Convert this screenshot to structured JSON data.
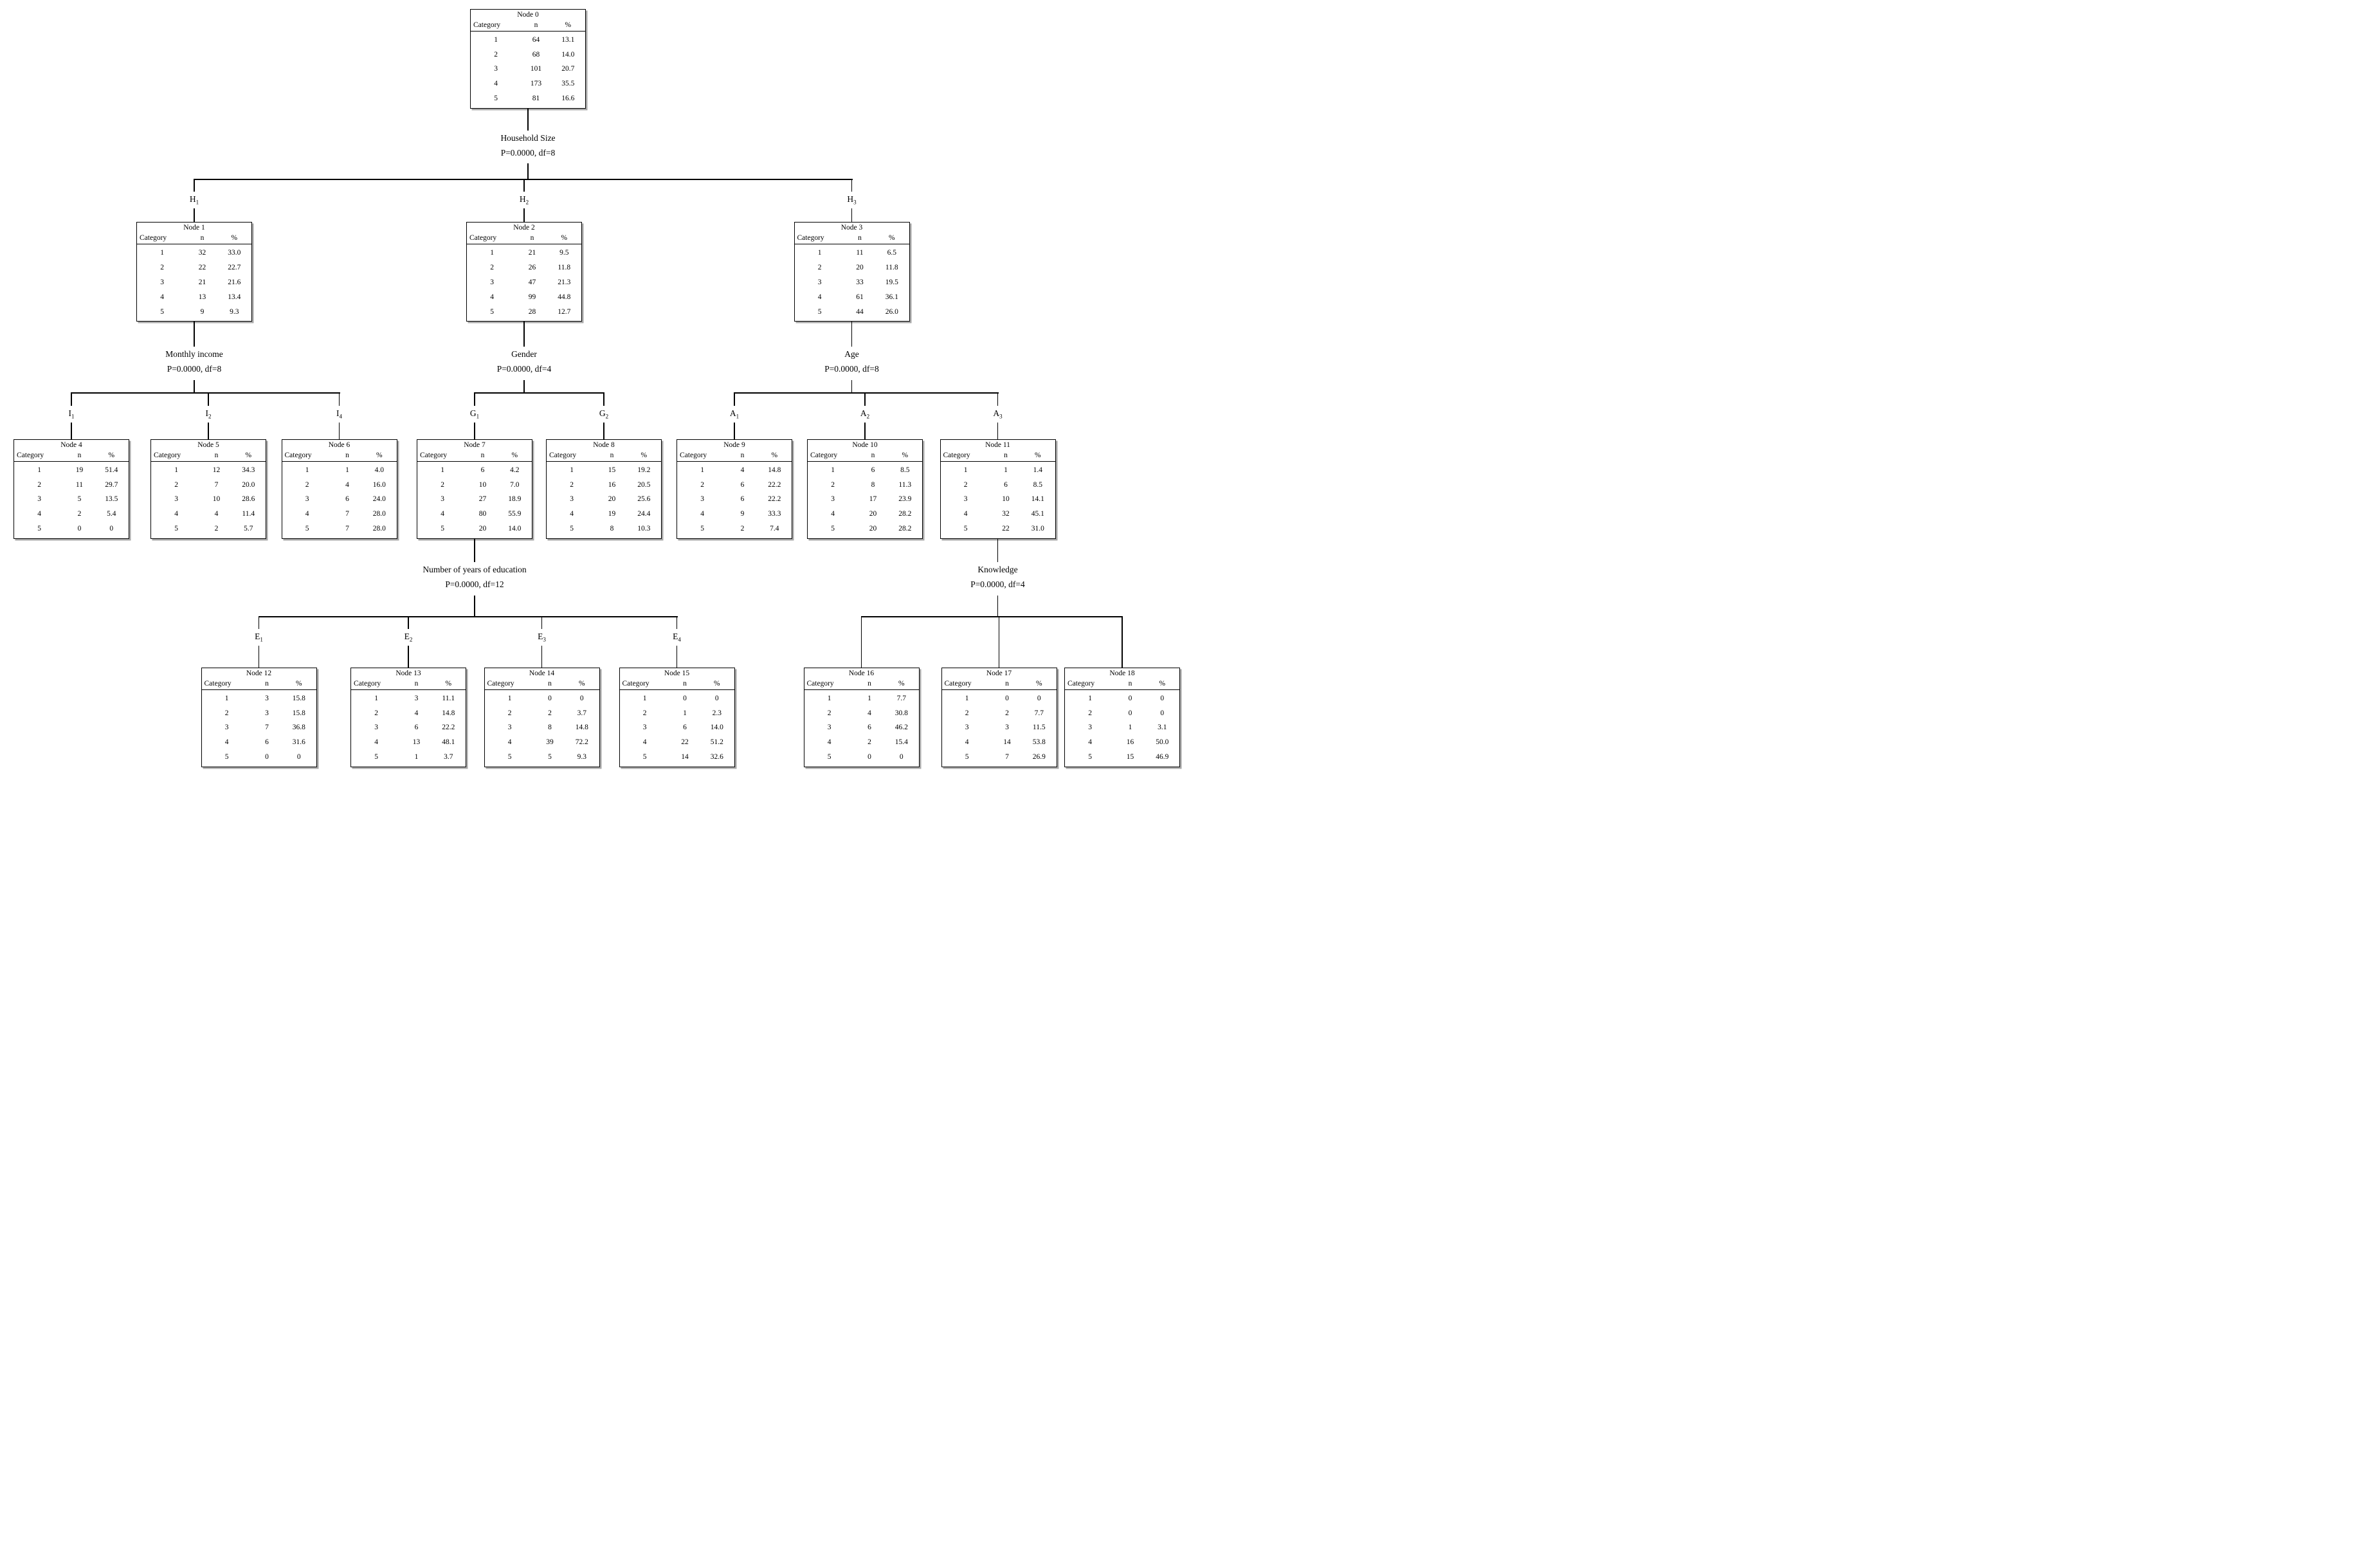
{
  "figure": {
    "type": "chaid-decision-tree",
    "background": "#ffffff",
    "line_color": "#000000"
  },
  "table_header": {
    "category": "Category",
    "n": "n",
    "pct": "%"
  },
  "nodes": [
    {
      "id": 0,
      "title": "Node 0",
      "rows": [
        [
          "1",
          "64",
          "13.1"
        ],
        [
          "2",
          "68",
          "14.0"
        ],
        [
          "3",
          "101",
          "20.7"
        ],
        [
          "4",
          "173",
          "35.5"
        ],
        [
          "5",
          "81",
          "16.6"
        ]
      ]
    },
    {
      "id": 1,
      "title": "Node 1",
      "rows": [
        [
          "1",
          "32",
          "33.0"
        ],
        [
          "2",
          "22",
          "22.7"
        ],
        [
          "3",
          "21",
          "21.6"
        ],
        [
          "4",
          "13",
          "13.4"
        ],
        [
          "5",
          "9",
          "9.3"
        ]
      ]
    },
    {
      "id": 2,
      "title": "Node 2",
      "rows": [
        [
          "1",
          "21",
          "9.5"
        ],
        [
          "2",
          "26",
          "11.8"
        ],
        [
          "3",
          "47",
          "21.3"
        ],
        [
          "4",
          "99",
          "44.8"
        ],
        [
          "5",
          "28",
          "12.7"
        ]
      ]
    },
    {
      "id": 3,
      "title": "Node 3",
      "rows": [
        [
          "1",
          "11",
          "6.5"
        ],
        [
          "2",
          "20",
          "11.8"
        ],
        [
          "3",
          "33",
          "19.5"
        ],
        [
          "4",
          "61",
          "36.1"
        ],
        [
          "5",
          "44",
          "26.0"
        ]
      ]
    },
    {
      "id": 4,
      "title": "Node 4",
      "rows": [
        [
          "1",
          "19",
          "51.4"
        ],
        [
          "2",
          "11",
          "29.7"
        ],
        [
          "3",
          "5",
          "13.5"
        ],
        [
          "4",
          "2",
          "5.4"
        ],
        [
          "5",
          "0",
          "0"
        ]
      ]
    },
    {
      "id": 5,
      "title": "Node 5",
      "rows": [
        [
          "1",
          "12",
          "34.3"
        ],
        [
          "2",
          "7",
          "20.0"
        ],
        [
          "3",
          "10",
          "28.6"
        ],
        [
          "4",
          "4",
          "11.4"
        ],
        [
          "5",
          "2",
          "5.7"
        ]
      ]
    },
    {
      "id": 6,
      "title": "Node 6",
      "rows": [
        [
          "1",
          "1",
          "4.0"
        ],
        [
          "2",
          "4",
          "16.0"
        ],
        [
          "3",
          "6",
          "24.0"
        ],
        [
          "4",
          "7",
          "28.0"
        ],
        [
          "5",
          "7",
          "28.0"
        ]
      ]
    },
    {
      "id": 7,
      "title": "Node 7",
      "rows": [
        [
          "1",
          "6",
          "4.2"
        ],
        [
          "2",
          "10",
          "7.0"
        ],
        [
          "3",
          "27",
          "18.9"
        ],
        [
          "4",
          "80",
          "55.9"
        ],
        [
          "5",
          "20",
          "14.0"
        ]
      ]
    },
    {
      "id": 8,
      "title": "Node 8",
      "rows": [
        [
          "1",
          "15",
          "19.2"
        ],
        [
          "2",
          "16",
          "20.5"
        ],
        [
          "3",
          "20",
          "25.6"
        ],
        [
          "4",
          "19",
          "24.4"
        ],
        [
          "5",
          "8",
          "10.3"
        ]
      ]
    },
    {
      "id": 9,
      "title": "Node 9",
      "rows": [
        [
          "1",
          "4",
          "14.8"
        ],
        [
          "2",
          "6",
          "22.2"
        ],
        [
          "3",
          "6",
          "22.2"
        ],
        [
          "4",
          "9",
          "33.3"
        ],
        [
          "5",
          "2",
          "7.4"
        ]
      ]
    },
    {
      "id": 10,
      "title": "Node 10",
      "rows": [
        [
          "1",
          "6",
          "8.5"
        ],
        [
          "2",
          "8",
          "11.3"
        ],
        [
          "3",
          "17",
          "23.9"
        ],
        [
          "4",
          "20",
          "28.2"
        ],
        [
          "5",
          "20",
          "28.2"
        ]
      ]
    },
    {
      "id": 11,
      "title": "Node 11",
      "rows": [
        [
          "1",
          "1",
          "1.4"
        ],
        [
          "2",
          "6",
          "8.5"
        ],
        [
          "3",
          "10",
          "14.1"
        ],
        [
          "4",
          "32",
          "45.1"
        ],
        [
          "5",
          "22",
          "31.0"
        ]
      ]
    },
    {
      "id": 12,
      "title": "Node 12",
      "rows": [
        [
          "1",
          "3",
          "15.8"
        ],
        [
          "2",
          "3",
          "15.8"
        ],
        [
          "3",
          "7",
          "36.8"
        ],
        [
          "4",
          "6",
          "31.6"
        ],
        [
          "5",
          "0",
          "0"
        ]
      ]
    },
    {
      "id": 13,
      "title": "Node 13",
      "rows": [
        [
          "1",
          "3",
          "11.1"
        ],
        [
          "2",
          "4",
          "14.8"
        ],
        [
          "3",
          "6",
          "22.2"
        ],
        [
          "4",
          "13",
          "48.1"
        ],
        [
          "5",
          "1",
          "3.7"
        ]
      ]
    },
    {
      "id": 14,
      "title": "Node 14",
      "rows": [
        [
          "1",
          "0",
          "0"
        ],
        [
          "2",
          "2",
          "3.7"
        ],
        [
          "3",
          "8",
          "14.8"
        ],
        [
          "4",
          "39",
          "72.2"
        ],
        [
          "5",
          "5",
          "9.3"
        ]
      ]
    },
    {
      "id": 15,
      "title": "Node 15",
      "rows": [
        [
          "1",
          "0",
          "0"
        ],
        [
          "2",
          "1",
          "2.3"
        ],
        [
          "3",
          "6",
          "14.0"
        ],
        [
          "4",
          "22",
          "51.2"
        ],
        [
          "5",
          "14",
          "32.6"
        ]
      ]
    },
    {
      "id": 16,
      "title": "Node 16",
      "rows": [
        [
          "1",
          "1",
          "7.7"
        ],
        [
          "2",
          "4",
          "30.8"
        ],
        [
          "3",
          "6",
          "46.2"
        ],
        [
          "4",
          "2",
          "15.4"
        ],
        [
          "5",
          "0",
          "0"
        ]
      ]
    },
    {
      "id": 17,
      "title": "Node 17",
      "rows": [
        [
          "1",
          "0",
          "0"
        ],
        [
          "2",
          "2",
          "7.7"
        ],
        [
          "3",
          "3",
          "11.5"
        ],
        [
          "4",
          "14",
          "53.8"
        ],
        [
          "5",
          "7",
          "26.9"
        ]
      ]
    },
    {
      "id": 18,
      "title": "Node 18",
      "rows": [
        [
          "1",
          "0",
          "0"
        ],
        [
          "2",
          "0",
          "0"
        ],
        [
          "3",
          "1",
          "3.1"
        ],
        [
          "4",
          "16",
          "50.0"
        ],
        [
          "5",
          "15",
          "46.9"
        ]
      ]
    }
  ],
  "splits": [
    {
      "parent": 0,
      "children": [
        1,
        2,
        3
      ],
      "variable": "Household Size",
      "stat": "P=0.0000, df=8",
      "branches": [
        {
          "base": "H",
          "sub": "1"
        },
        {
          "base": "H",
          "sub": "2"
        },
        {
          "base": "H",
          "sub": "3"
        }
      ]
    },
    {
      "parent": 1,
      "children": [
        4,
        5,
        6
      ],
      "variable": "Monthly income",
      "stat": "P=0.0000, df=8",
      "branches": [
        {
          "base": "I",
          "sub": "1"
        },
        {
          "base": "I",
          "sub": "2"
        },
        {
          "base": "I",
          "sub": "4"
        }
      ]
    },
    {
      "parent": 2,
      "children": [
        7,
        8
      ],
      "variable": "Gender",
      "stat": "P=0.0000, df=4",
      "branches": [
        {
          "base": "G",
          "sub": "1"
        },
        {
          "base": "G",
          "sub": "2"
        }
      ]
    },
    {
      "parent": 3,
      "children": [
        9,
        10,
        11
      ],
      "variable": "Age",
      "stat": "P=0.0000, df=8",
      "branches": [
        {
          "base": "A",
          "sub": "1"
        },
        {
          "base": "A",
          "sub": "2"
        },
        {
          "base": "A",
          "sub": "3"
        }
      ]
    },
    {
      "parent": 7,
      "children": [
        12,
        13,
        14,
        15
      ],
      "variable": "Number of years of education",
      "stat": "P=0.0000, df=12",
      "branches": [
        {
          "base": "E",
          "sub": "1"
        },
        {
          "base": "E",
          "sub": "2"
        },
        {
          "base": "E",
          "sub": "3"
        },
        {
          "base": "E",
          "sub": "4"
        }
      ]
    },
    {
      "parent": 11,
      "children": [
        16,
        17,
        18
      ],
      "variable": "Knowledge",
      "stat": "P=0.0000, df=4",
      "branches": null
    }
  ]
}
